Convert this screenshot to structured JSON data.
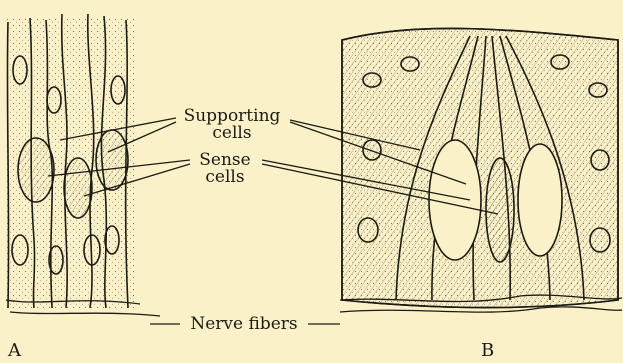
{
  "labels": {
    "supporting_line1": "Supporting",
    "supporting_line2": "cells",
    "sense_line1": "Sense",
    "sense_line2": "cells",
    "nerve": "Nerve fibers"
  },
  "panels": {
    "a": "A",
    "b": "B"
  },
  "colors": {
    "background": "#fbf1c8",
    "ink": "#1c1a14"
  }
}
